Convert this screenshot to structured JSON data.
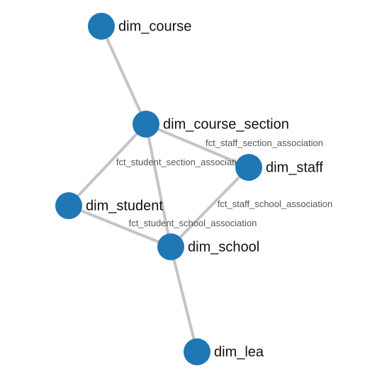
{
  "graph": {
    "node_color": "#1f77b4",
    "edge_color": "#c4c4c4",
    "nodes": [
      {
        "id": "dim_course",
        "label": "dim_course"
      },
      {
        "id": "dim_course_section",
        "label": "dim_course_section"
      },
      {
        "id": "dim_staff",
        "label": "dim_staff"
      },
      {
        "id": "dim_student",
        "label": "dim_student"
      },
      {
        "id": "dim_school",
        "label": "dim_school"
      },
      {
        "id": "dim_lea",
        "label": "dim_lea"
      }
    ],
    "edges": [
      {
        "source": "dim_course",
        "target": "dim_course_section",
        "label": ""
      },
      {
        "source": "dim_course_section",
        "target": "dim_staff",
        "label": "fct_staff_section_association"
      },
      {
        "source": "dim_course_section",
        "target": "dim_student",
        "label": "fct_student_section_association"
      },
      {
        "source": "dim_course_section",
        "target": "dim_school",
        "label": ""
      },
      {
        "source": "dim_staff",
        "target": "dim_school",
        "label": "fct_staff_school_association"
      },
      {
        "source": "dim_student",
        "target": "dim_school",
        "label": "fct_student_school_association"
      },
      {
        "source": "dim_school",
        "target": "dim_lea",
        "label": ""
      }
    ]
  }
}
